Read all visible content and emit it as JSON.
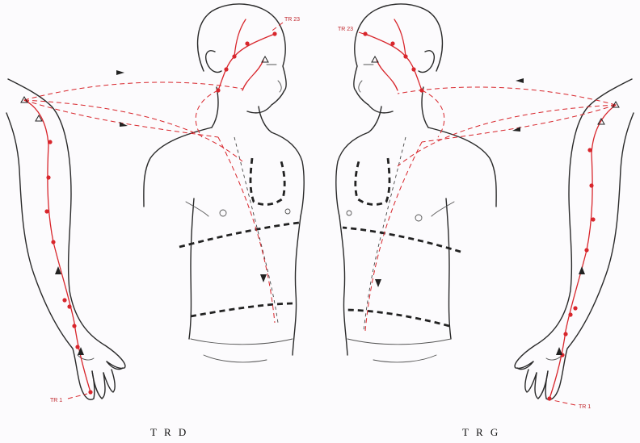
{
  "labels": {
    "right_head_point": "TR 23",
    "left_head_point": "TR 23",
    "right_hand_point": "TR 1",
    "left_hand_point": "TR 1"
  },
  "captions": {
    "right_side": "T R D",
    "left_side": "T R G"
  },
  "colors": {
    "meridian": "#d8262c",
    "outline": "#2a2a2a",
    "background": "#fcfbfd"
  }
}
